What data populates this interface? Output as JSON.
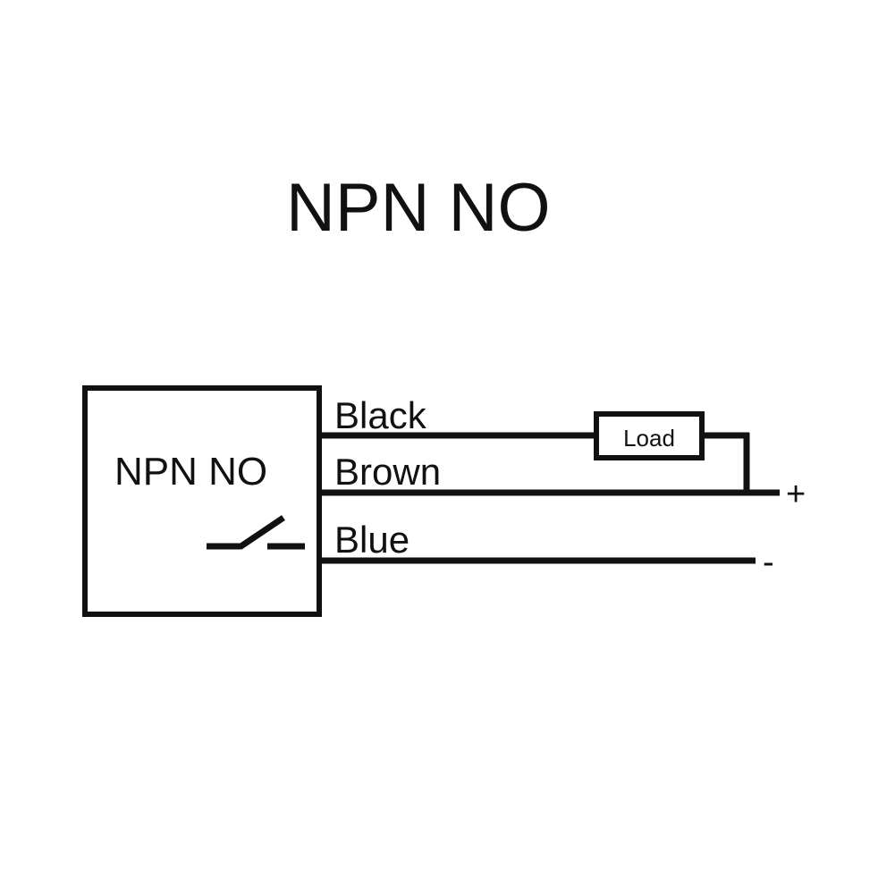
{
  "diagram": {
    "title": "NPN NO",
    "type": "sensor-wiring-diagram",
    "background_color": "#ffffff",
    "line_color": "#111111",
    "text_color": "#111111",
    "accent_color": "#4B3FE8"
  },
  "sensor": {
    "label": "NPN NO",
    "symbol_name": "normally-open-switch-symbol"
  },
  "wires": [
    {
      "id": "wire-black",
      "label": "Black",
      "color_name": "Black",
      "terminal": ""
    },
    {
      "id": "wire-brown",
      "label": "Brown",
      "color_name": "Brown",
      "terminal": "+"
    },
    {
      "id": "wire-blue",
      "label": "Blue",
      "color_name": "Blue",
      "terminal": "-"
    }
  ],
  "load": {
    "label": "Load",
    "text_color": "#4B3FE8"
  },
  "terminals": {
    "positive": "+",
    "negative": "-"
  }
}
